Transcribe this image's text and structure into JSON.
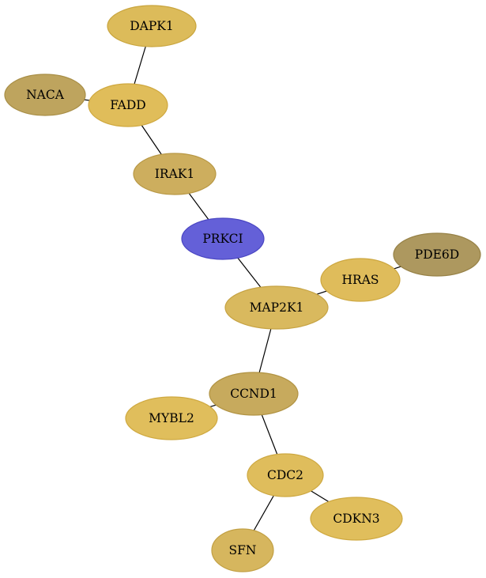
{
  "diagram": {
    "type": "network-graph",
    "nodes": [
      {
        "id": "DAPK1",
        "label": "DAPK1",
        "fill": "#dcbb5a",
        "stroke": "#c9a53e"
      },
      {
        "id": "NACA",
        "label": "NACA",
        "fill": "#bea45e",
        "stroke": "#a88e46"
      },
      {
        "id": "FADD",
        "label": "FADD",
        "fill": "#e0bd5a",
        "stroke": "#cfa83f"
      },
      {
        "id": "IRAK1",
        "label": "IRAK1",
        "fill": "#cdae5e",
        "stroke": "#b89845"
      },
      {
        "id": "PRKCI",
        "label": "PRKCI",
        "fill": "#6460d8",
        "stroke": "#4a46c2"
      },
      {
        "id": "PDE6D",
        "label": "PDE6D",
        "fill": "#ad985f",
        "stroke": "#978247"
      },
      {
        "id": "HRAS",
        "label": "HRAS",
        "fill": "#dfbc5b",
        "stroke": "#cda740"
      },
      {
        "id": "MAP2K1",
        "label": "MAP2K1",
        "fill": "#d9b95e",
        "stroke": "#c6a343"
      },
      {
        "id": "CCND1",
        "label": "CCND1",
        "fill": "#c7aa5d",
        "stroke": "#b19343"
      },
      {
        "id": "MYBL2",
        "label": "MYBL2",
        "fill": "#e0be5c",
        "stroke": "#cfa941"
      },
      {
        "id": "CDC2",
        "label": "CDC2",
        "fill": "#dfbd5c",
        "stroke": "#cda841"
      },
      {
        "id": "CDKN3",
        "label": "CDKN3",
        "fill": "#e0be5c",
        "stroke": "#cfa941"
      },
      {
        "id": "SFN",
        "label": "SFN",
        "fill": "#d6b65e",
        "stroke": "#c2a044"
      }
    ],
    "edges": [
      {
        "source": "DAPK1",
        "target": "FADD"
      },
      {
        "source": "NACA",
        "target": "FADD"
      },
      {
        "source": "FADD",
        "target": "IRAK1"
      },
      {
        "source": "IRAK1",
        "target": "PRKCI"
      },
      {
        "source": "PRKCI",
        "target": "MAP2K1"
      },
      {
        "source": "MAP2K1",
        "target": "HRAS"
      },
      {
        "source": "HRAS",
        "target": "PDE6D"
      },
      {
        "source": "MAP2K1",
        "target": "CCND1"
      },
      {
        "source": "CCND1",
        "target": "MYBL2"
      },
      {
        "source": "CCND1",
        "target": "CDC2"
      },
      {
        "source": "CDC2",
        "target": "CDKN3"
      },
      {
        "source": "CDC2",
        "target": "SFN"
      }
    ]
  }
}
